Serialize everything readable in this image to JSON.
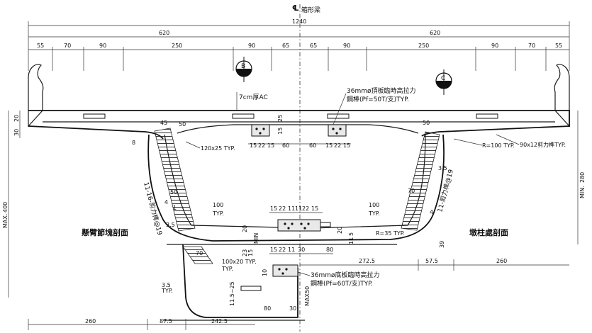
{
  "title": {
    "cl_mark": "℄",
    "main": "箱形梁"
  },
  "overall_dims": {
    "total": "1240",
    "half_left": "620",
    "half_right": "620"
  },
  "segment_dims": [
    "55",
    "70",
    "90",
    "250",
    "90",
    "65",
    "65",
    "90",
    "250",
    "90",
    "70",
    "55"
  ],
  "section_marks": {
    "left": "B",
    "right": "C"
  },
  "notes": {
    "ac": "7cm厚AC",
    "top_bar_1": "36mmø頂板臨時高拉力",
    "top_bar_2": "鋼棒(Pf=50T/支)TYP.",
    "bottom_bar_1": "36mmø底板臨時高拉力",
    "bottom_bar_2": "鋼棒(Pf=60T/支)TYP.",
    "shear_right": "90x12剪力榫TYP.",
    "shear_left_top": "120x25 TYP.",
    "shear_left_bottom": "100x20 TYP.",
    "left_web_shear": "11-16-剪力榫@19",
    "right_web_shear": "11-剪力榫@19",
    "r100": "R=100 TYP.",
    "r35": "R=35 TYP.",
    "typ": "TYP."
  },
  "section_labels": {
    "left": "懸臂節塊剖面",
    "right": "墩柱處剖面"
  },
  "vertical_dims": {
    "left_total": "400",
    "left_max": "MAX.",
    "left_30": "30",
    "left_20": "20",
    "right_total": "280",
    "right_min": "MIN."
  },
  "top_rib_dims": {
    "d15a": "15",
    "d22a": "22",
    "d15b": "15",
    "d60a": "60",
    "d60b": "60",
    "d15c": "15",
    "d22b": "22",
    "d15d": "15"
  },
  "top_plate_dims": {
    "v25": "25",
    "v15": "15"
  },
  "bottom_rib_dims": {
    "a": "15",
    "b": "22",
    "c": "11",
    "d": "11",
    "e": "22",
    "f": "15"
  },
  "bottom_dims2": {
    "a": "15",
    "b": "22",
    "c": "11",
    "d": "30",
    "e": "80"
  },
  "misc_dims": {
    "d45": "45",
    "d50a": "50",
    "d50b": "50",
    "d50c": "50",
    "d8": "8",
    "d100a": "100",
    "d100b": "100",
    "d70a": "70",
    "d70b": "70",
    "d4a": "4",
    "d4b": "4",
    "d1": "1",
    "d35a": "3.5",
    "d35b": "3.5",
    "d35c": "3.5",
    "d20a": "20",
    "d20b": "20",
    "d23": "23",
    "d15": "15",
    "dmin": "MIN",
    "d11": "11",
    "d5a": "5",
    "d39": "39",
    "d10": "10",
    "d50max": "50",
    "dmax": "MAX.",
    "d115": "11.5~25",
    "d80": "80",
    "d30": "30"
  },
  "bottom_dims": {
    "b260a": "260",
    "b875": "87.5",
    "b2425": "242.5",
    "b2725": "272.5",
    "b575": "57.5",
    "b260b": "260"
  }
}
